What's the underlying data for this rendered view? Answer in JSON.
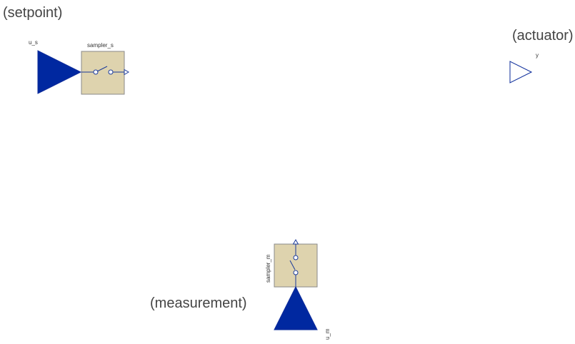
{
  "labels": {
    "setpoint": "(setpoint)",
    "actuator": "(actuator)",
    "measurement": "(measurement)"
  },
  "components": {
    "u_s": {
      "name": "u_s",
      "kind": "input-connector"
    },
    "sampler_s": {
      "name": "sampler_s",
      "kind": "sampler"
    },
    "y": {
      "name": "y",
      "kind": "output-connector"
    },
    "sampler_m": {
      "name": "sampler_m",
      "kind": "sampler"
    },
    "u_m": {
      "name": "u_m",
      "kind": "input-connector"
    }
  },
  "colors": {
    "connector_fill": "#0028a0",
    "connector_stroke": "#0a2a9a",
    "sampler_fill": "#ded3ae",
    "sampler_stroke": "#8a8a8a",
    "wire": "#1a3a9a",
    "background": "#ffffff"
  }
}
